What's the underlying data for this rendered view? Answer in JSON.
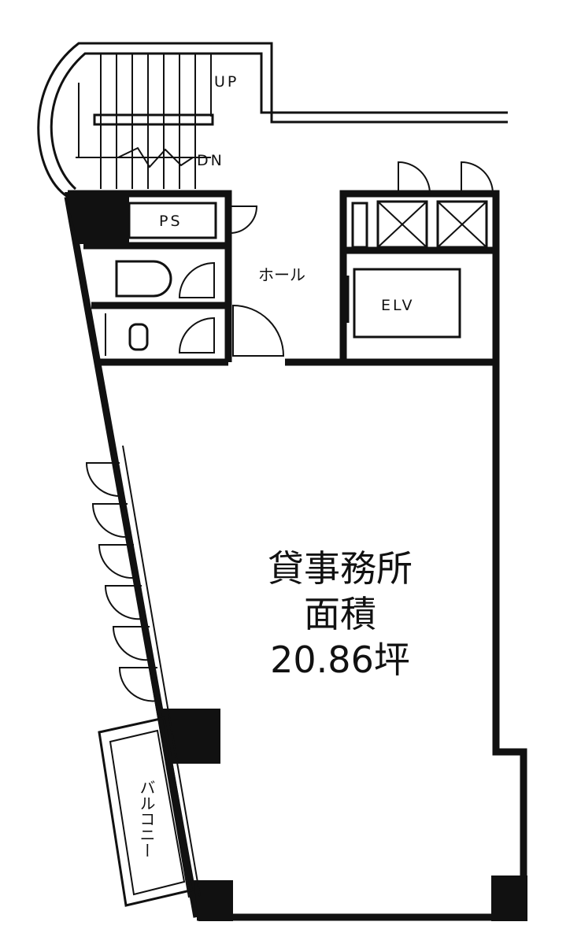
{
  "labels": {
    "stair_up": "UP",
    "stair_down": "DN",
    "pipe_space": "PS",
    "hall": "ホール",
    "elevator": "ELV",
    "office_title": "貸事務所",
    "area_label": "面積",
    "area_value": "20.86坪",
    "balcony": "バルコニー"
  }
}
